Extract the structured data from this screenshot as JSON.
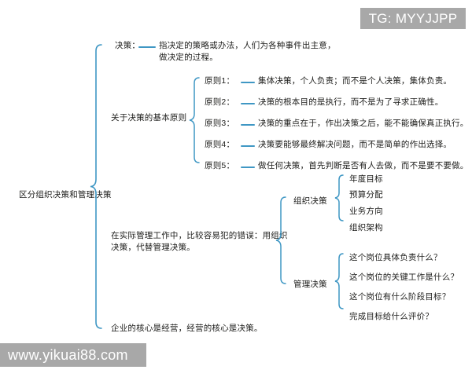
{
  "diagram": {
    "title": "区分组织决策和管理决策",
    "root": "区分组织决策和管理决策",
    "branches": {
      "decision": {
        "label": "决策：",
        "text": "指决定的策略或办法，人们为各种事件出主意，\n做决定的过程。"
      },
      "principles": {
        "label": "关于决策的基本原则",
        "items": [
          {
            "label": "原则1：",
            "text": "集体决策，个人负责；而不是个人决策，集体负责。"
          },
          {
            "label": "原则2：",
            "text": "决策的根本目的是执行，而不是为了寻求正确性。"
          },
          {
            "label": "原则3：",
            "text": "决策的重点在于，作出决策之后，能不能确保真正执行。"
          },
          {
            "label": "原则4：",
            "text": "决策要能够最终解决问题，而不是简单的作出选择。"
          },
          {
            "label": "原则5：",
            "text": "做任何决策，首先判断是否有人去做，而不是要不要做。"
          }
        ]
      },
      "mistake": {
        "text": "在实际管理工作中，比较容易犯的错误：用组织\n决策，代替管理决策。",
        "groups": [
          {
            "label": "组织决策",
            "items": [
              "年度目标",
              "预算分配",
              "业务方向",
              "组织架构"
            ]
          },
          {
            "label": "管理决策",
            "items": [
              "这个岗位具体负责什么？",
              "这个岗位的关键工作是什么？",
              "这个岗位有什么阶段目标？",
              "完成目标给什么评价？"
            ]
          }
        ]
      },
      "core": {
        "text": "企业的核心是经营，经营的核心是决策。"
      }
    },
    "colors": {
      "branch": "#3f97c4",
      "text": "#1d1d1b",
      "background": "#ffffff",
      "watermark_background": "#a8a8a8",
      "watermark_text": "#ffffff"
    }
  },
  "watermarks": {
    "top_right": "TG: MYYJJPP",
    "bottom_left": "www.yikuai88.com"
  }
}
